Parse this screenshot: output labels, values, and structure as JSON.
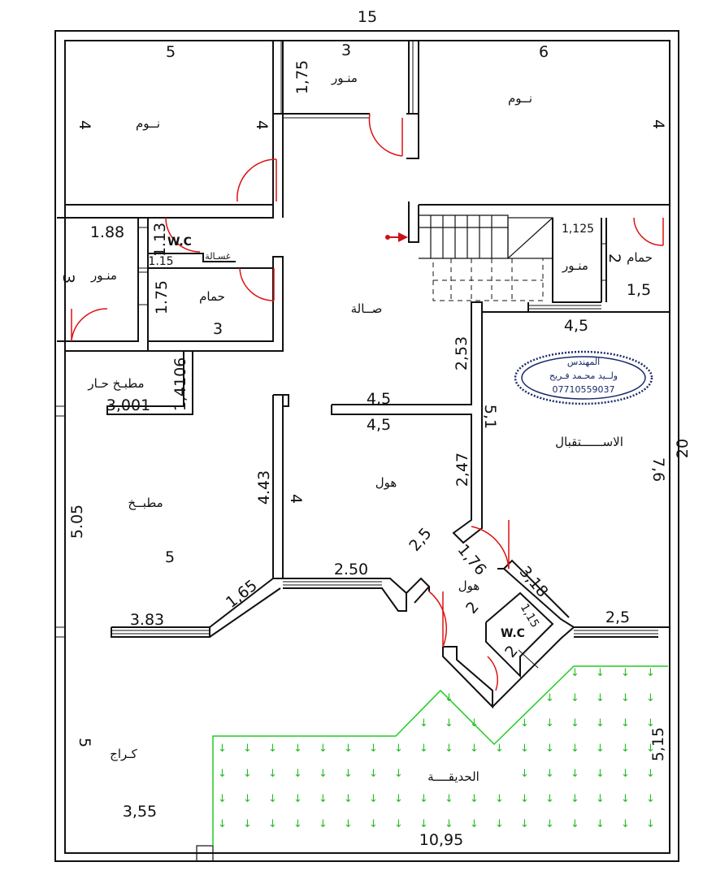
{
  "dimensions": {
    "top_width": "15",
    "right_height": "20",
    "bed_left_w": "5",
    "bed_left_h": "4",
    "bed_left_h2": "4",
    "light_top_w": "3",
    "light_top_h": "1,75",
    "bed_right_w": "6",
    "bed_right_h": "4",
    "light_left_w": "1.88",
    "light_left_h": "3",
    "wc_left_h": "1.13",
    "wash_w": "1.15",
    "bath_left_h": "1.75",
    "bath_left_w": "3",
    "stair_box": "1,125",
    "bath_right_h": "2",
    "bath_right_w": "1,5",
    "reception_top": "4,5",
    "kitchen_hot_h": "1,4106",
    "kitchen_hot_w": "3,001",
    "hall_corr_h": "2,53",
    "corridor_a": "4,5",
    "corridor_b": "4,5",
    "reception_h": "5,1",
    "reception_side": "7,6",
    "kitchen_h": "5.05",
    "kitchen_w": "5",
    "kitchen_side": "4.43",
    "hall_w": "4",
    "hall_seg": "2,47",
    "entry_a": "2,5",
    "entry_b": "1,76",
    "entry_c": "2",
    "entry_d": "3,18",
    "wc_small_a": "1,15",
    "wc_small_b": "2",
    "front_window": "2.50",
    "kitchen_bottom": "3.83",
    "kitchen_diag": "1,65",
    "garage_h": "5",
    "garage_w": "3,55",
    "garden_w": "10,95",
    "garden_h": "5,15",
    "right_bottom": "2,5"
  },
  "labels": {
    "bed_left": "نــوم",
    "bed_right": "نــوم",
    "light_top": "منـور",
    "light_left": "منـور",
    "light_right": "منـور",
    "wc_left": "W.C",
    "wash": "غسـالة",
    "bath_left": "حمام",
    "bath_right": "حمام",
    "salon": "صــالة",
    "kitchen_hot": "مطبـخ حـار",
    "kitchen": "مطبــخ",
    "hall": "هول",
    "hall_entry": "هول",
    "wc_small": "W.C",
    "reception": "الاســــــتقبال",
    "garage": "كـراج",
    "garden": "الحديقــــة"
  },
  "stamp": {
    "title": "المهندس",
    "name": "ولــيد محـمد فـريح",
    "phone": "07710559037"
  },
  "colors": {
    "walls": "#111111",
    "doors": "#dd1111",
    "garden": "#22cc22",
    "stamp": "#1a2a6a",
    "arrow": "#cc1111"
  }
}
